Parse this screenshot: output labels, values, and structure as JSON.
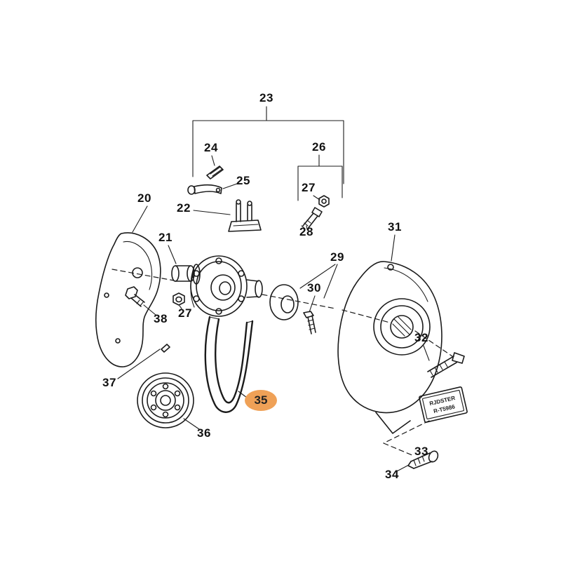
{
  "diagram": {
    "background": "#ffffff",
    "line_color": "#1b1b1b",
    "highlight": {
      "fill": "#efa157",
      "text_color": "#222222",
      "part": "35"
    }
  },
  "labels": {
    "l20": "20",
    "l21": "21",
    "l22": "22",
    "l23": "23",
    "l24": "24",
    "l25": "25",
    "l26": "26",
    "l27a": "27",
    "l27b": "27",
    "l28": "28",
    "l29": "29",
    "l30": "30",
    "l31": "31",
    "l32": "32",
    "l33": "33",
    "l34": "34",
    "l35": "35",
    "l36": "36",
    "l37": "37",
    "l38": "38"
  },
  "plate": {
    "line1": "RJDSTER",
    "line2": "R-T5986"
  }
}
